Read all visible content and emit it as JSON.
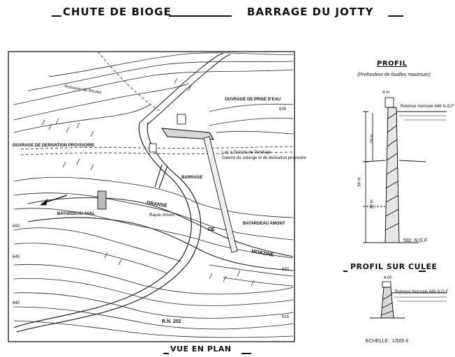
{
  "header": {
    "left_title": "CHUTE DE BIOGE",
    "right_title": "BARRAGE DU JOTTY"
  },
  "plan": {
    "view_title": "VUE EN PLAN",
    "labels": {
      "ruisseau": "Ruisseau de Ricolet",
      "prise_eau": "OUVRAGE DE PRISE D'EAU",
      "derivation": "OUVRAGE DE DERIVATION PROVISOIRE",
      "vidange_1": "Galerie de vidange et de derivation provisoire",
      "vidange_2": "Lac a Grande de Pendage",
      "barrage": "BARRAGE",
      "dranse": "DRANSE",
      "de": "DE",
      "morzine": "MORZINE",
      "batardeau_aval": "BATARDEAU AVAL",
      "batardeau_amont": "BATARDEAU AMONT",
      "rayon": "Rayon Amont",
      "route": "R.N. 202"
    },
    "contours": [
      "650",
      "645",
      "640",
      "635",
      "630",
      "625"
    ]
  },
  "profil": {
    "title": "PROFIL",
    "subtitle": "(Profondeur de fouilles maximum)",
    "retenue": "Retenue Normale 646 N.G.F",
    "dim_19": "19 m",
    "dim_54": "54 m",
    "dim_35": "35 m",
    "base": "592. N.G.F",
    "top_w": "4 m"
  },
  "culee": {
    "title": "PROFIL SUR CULEE",
    "retenue": "Retenue Normale 646 N.G.F",
    "top": "4.00"
  },
  "scale": "ECHELLE : 1/500 è"
}
